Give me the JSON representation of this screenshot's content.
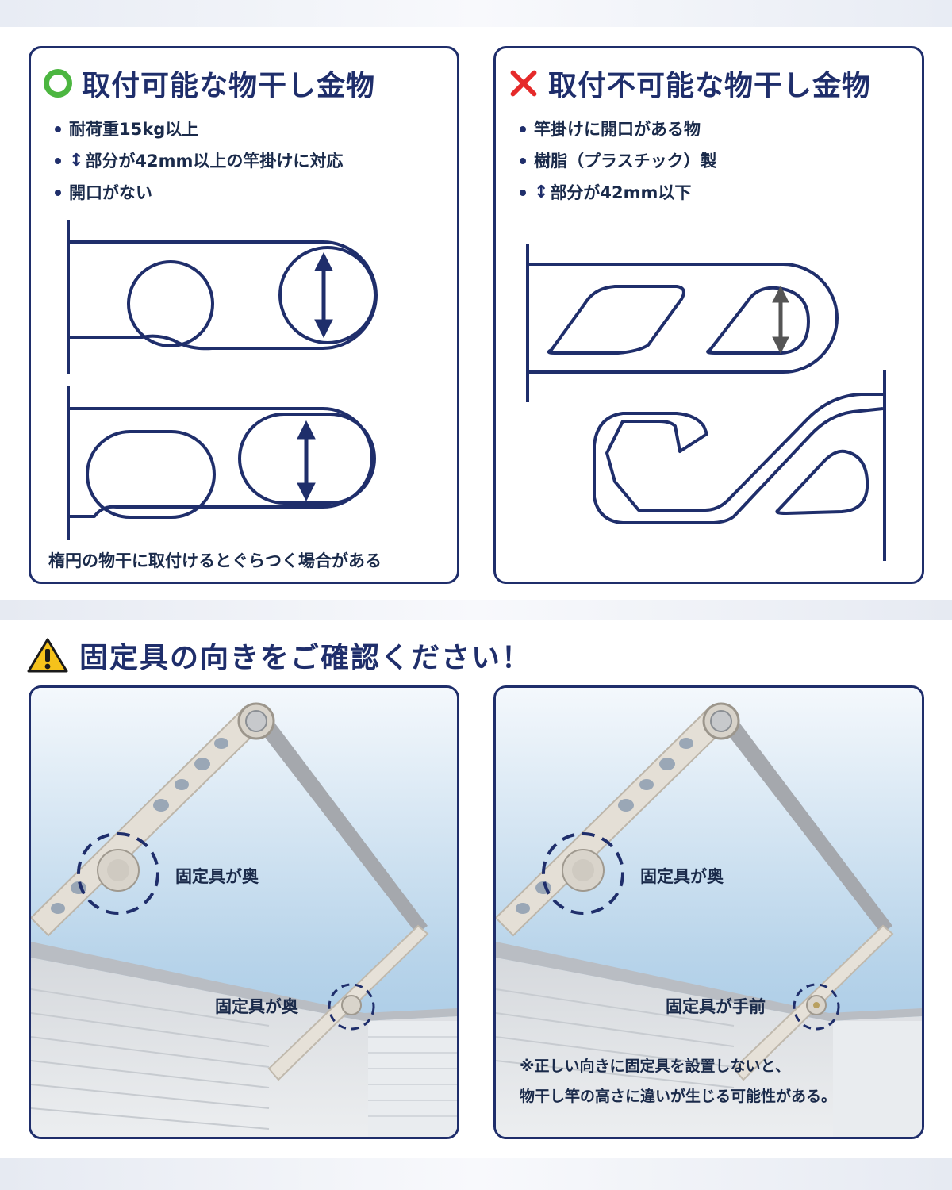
{
  "ok_card": {
    "title": "取付可能な物干し金物",
    "bullets": [
      "耐荷重15kg以上",
      "部分が42mm以上の竿掛けに対応",
      "開口がない"
    ],
    "note": "楕円の物干に取付けるとぐらつく場合がある",
    "icon": "green-circle-icon"
  },
  "ng_card": {
    "title": "取付不可能な物干し金物",
    "bullets": [
      "竿掛けに開口がある物",
      "樹脂（プラスチック）製",
      "部分が42mm以下"
    ],
    "icon": "red-cross-icon"
  },
  "arrow_glyph": "↕",
  "warning": {
    "title": "固定具の向きをご確認ください！",
    "icon": "warning-triangle-icon"
  },
  "photos": {
    "left": {
      "label_top": "固定具が奥",
      "label_bottom": "固定具が奥"
    },
    "right": {
      "label_top": "固定具が奥",
      "label_bottom": "固定具が手前",
      "note_line1": "※正しい向きに固定具を設置しないと、",
      "note_line2": "物干し竿の高さに違いが生じる可能性がある。"
    }
  },
  "colors": {
    "navy": "#1f2e6b",
    "ok": "#4cb640",
    "ng": "#e52a2a",
    "warn": "#f5c21b"
  }
}
